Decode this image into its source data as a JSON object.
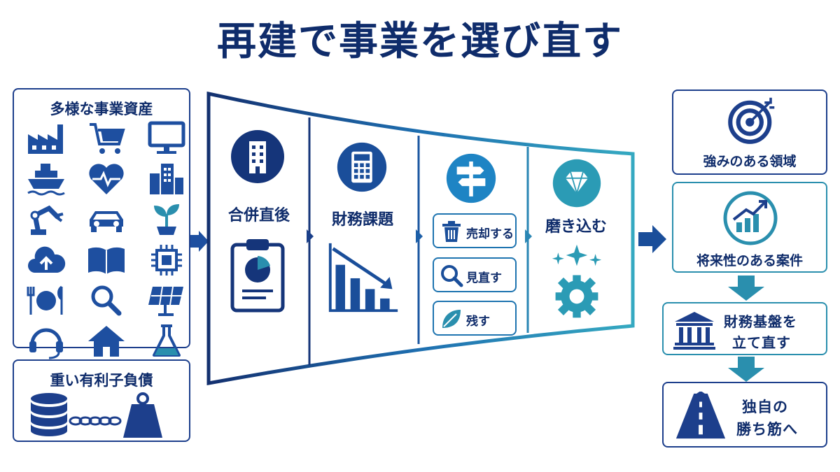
{
  "title": "再建で事業を選び直す",
  "assets_box": {
    "heading": "多様な事業資産",
    "icons": [
      "factory-icon",
      "cart-icon",
      "monitor-icon",
      "ship-icon",
      "heart-pulse-icon",
      "buildings-icon",
      "robot-arm-icon",
      "car-icon",
      "sprout-icon",
      "cloud-upload-icon",
      "book-icon",
      "chip-icon",
      "dining-icon",
      "search-icon",
      "solar-panel-icon",
      "headset-icon",
      "house-icon",
      "flask-icon"
    ]
  },
  "debt_box": {
    "heading": "重い有利子負債",
    "icons": [
      "database-icon",
      "chain-icon",
      "weight-icon"
    ]
  },
  "funnel": {
    "stage1": {
      "label": "合併直後",
      "icon": "building-icon",
      "illustration": "clipboard-pie-chart-icon"
    },
    "stage2": {
      "label": "財務課題",
      "icon": "calculator-icon",
      "illustration": "declining-bar-chart-icon"
    },
    "stage3": {
      "icon": "signpost-icon",
      "options": [
        {
          "label": "売却する",
          "icon": "trash-icon"
        },
        {
          "label": "見直す",
          "icon": "magnifier-icon"
        },
        {
          "label": "残す",
          "icon": "leaf-icon"
        }
      ]
    },
    "stage4": {
      "label": "磨き込む",
      "icon": "diamond-icon",
      "illustration": "sparkle-gear-icon"
    }
  },
  "results": {
    "strength": {
      "label": "強みのある領域",
      "icon": "target-icon"
    },
    "future": {
      "label": "将来性のある案件",
      "icon": "growth-chart-icon"
    },
    "finance": {
      "label_line1": "財務基盤を",
      "label_line2": "立て直す",
      "icon": "bank-icon"
    },
    "path": {
      "label_line1": "独自の",
      "label_line2": "勝ち筋へ",
      "icon": "road-icon"
    }
  },
  "colors": {
    "navy": "#0f2c6b",
    "blue": "#1d3f8c",
    "mid_blue": "#1e74b0",
    "teal": "#2a8fae"
  }
}
